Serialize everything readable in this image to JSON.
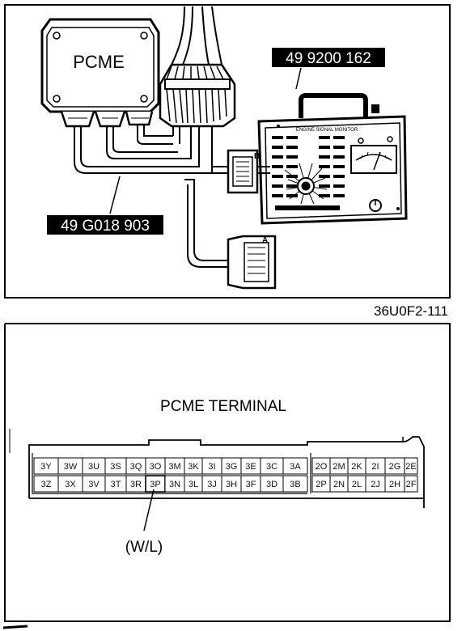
{
  "top_figure": {
    "module_label": "PCME",
    "monitor_part_number": "49 9200 162",
    "adapter_part_number": "49 G018 903",
    "monitor_panel_text": "ENGINE SIGNAL MONITOR",
    "connector_b_letter": "B",
    "connector_a_letter": "A",
    "figure_code": "36U0F2-111"
  },
  "bottom_figure": {
    "title": "PCME TERMINAL",
    "wire_color_note": "(W/L)",
    "highlighted_pin": "3P",
    "terminal_rows": [
      [
        "3Y",
        "3W",
        "3U",
        "3S",
        "3Q",
        "3O",
        "3M",
        "3K",
        "3I",
        "3G",
        "3E",
        "3C",
        "3A",
        "2O",
        "2M",
        "2K",
        "2I",
        "2G",
        "2E"
      ],
      [
        "3Z",
        "3X",
        "3V",
        "3T",
        "3R",
        "3P",
        "3N",
        "3L",
        "3J",
        "3H",
        "3F",
        "3D",
        "3B",
        "2P",
        "2N",
        "2L",
        "2J",
        "2H",
        "2F"
      ]
    ]
  }
}
